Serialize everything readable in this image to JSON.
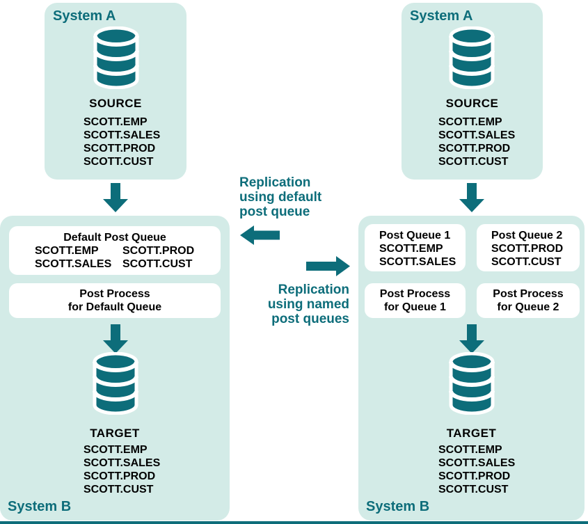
{
  "colors": {
    "accent": "#0d6d7a",
    "panel_bg": "#d3ebe7",
    "box_bg": "#ffffff",
    "table_text": "#000000"
  },
  "icons": {
    "database": "database-icon",
    "arrow_down": "arrow-down-icon",
    "arrow_left": "arrow-left-icon",
    "arrow_right": "arrow-right-icon"
  },
  "left": {
    "system_a": {
      "label": "System A",
      "db_label": "SOURCE",
      "tables": [
        "SCOTT.EMP",
        "SCOTT.SALES",
        "SCOTT.PROD",
        "SCOTT.CUST"
      ]
    },
    "default_queue": {
      "title": "Default Post Queue",
      "rows": [
        [
          "SCOTT.EMP",
          "SCOTT.PROD"
        ],
        [
          "SCOTT.SALES",
          "SCOTT.CUST"
        ]
      ]
    },
    "post_process": {
      "line1": "Post Process",
      "line2": "for Default Queue"
    },
    "system_b": {
      "label": "System B",
      "db_label": "TARGET",
      "tables": [
        "SCOTT.EMP",
        "SCOTT.SALES",
        "SCOTT.PROD",
        "SCOTT.CUST"
      ]
    }
  },
  "middle": {
    "replication_default": [
      "Replication",
      "using default",
      "post queue"
    ],
    "replication_named": [
      "Replication",
      "using named",
      "post queues"
    ]
  },
  "right": {
    "system_a": {
      "label": "System A",
      "db_label": "SOURCE",
      "tables": [
        "SCOTT.EMP",
        "SCOTT.SALES",
        "SCOTT.PROD",
        "SCOTT.CUST"
      ]
    },
    "post_queue_1": {
      "title": "Post Queue 1",
      "tables": [
        "SCOTT.EMP",
        "SCOTT.SALES"
      ]
    },
    "post_queue_2": {
      "title": "Post Queue 2",
      "tables": [
        "SCOTT.PROD",
        "SCOTT.CUST"
      ]
    },
    "post_process_1": {
      "line1": "Post Process",
      "line2": "for Queue 1"
    },
    "post_process_2": {
      "line1": "Post Process",
      "line2": "for Queue 2"
    },
    "system_b": {
      "label": "System B",
      "db_label": "TARGET",
      "tables": [
        "SCOTT.EMP",
        "SCOTT.SALES",
        "SCOTT.PROD",
        "SCOTT.CUST"
      ]
    }
  }
}
